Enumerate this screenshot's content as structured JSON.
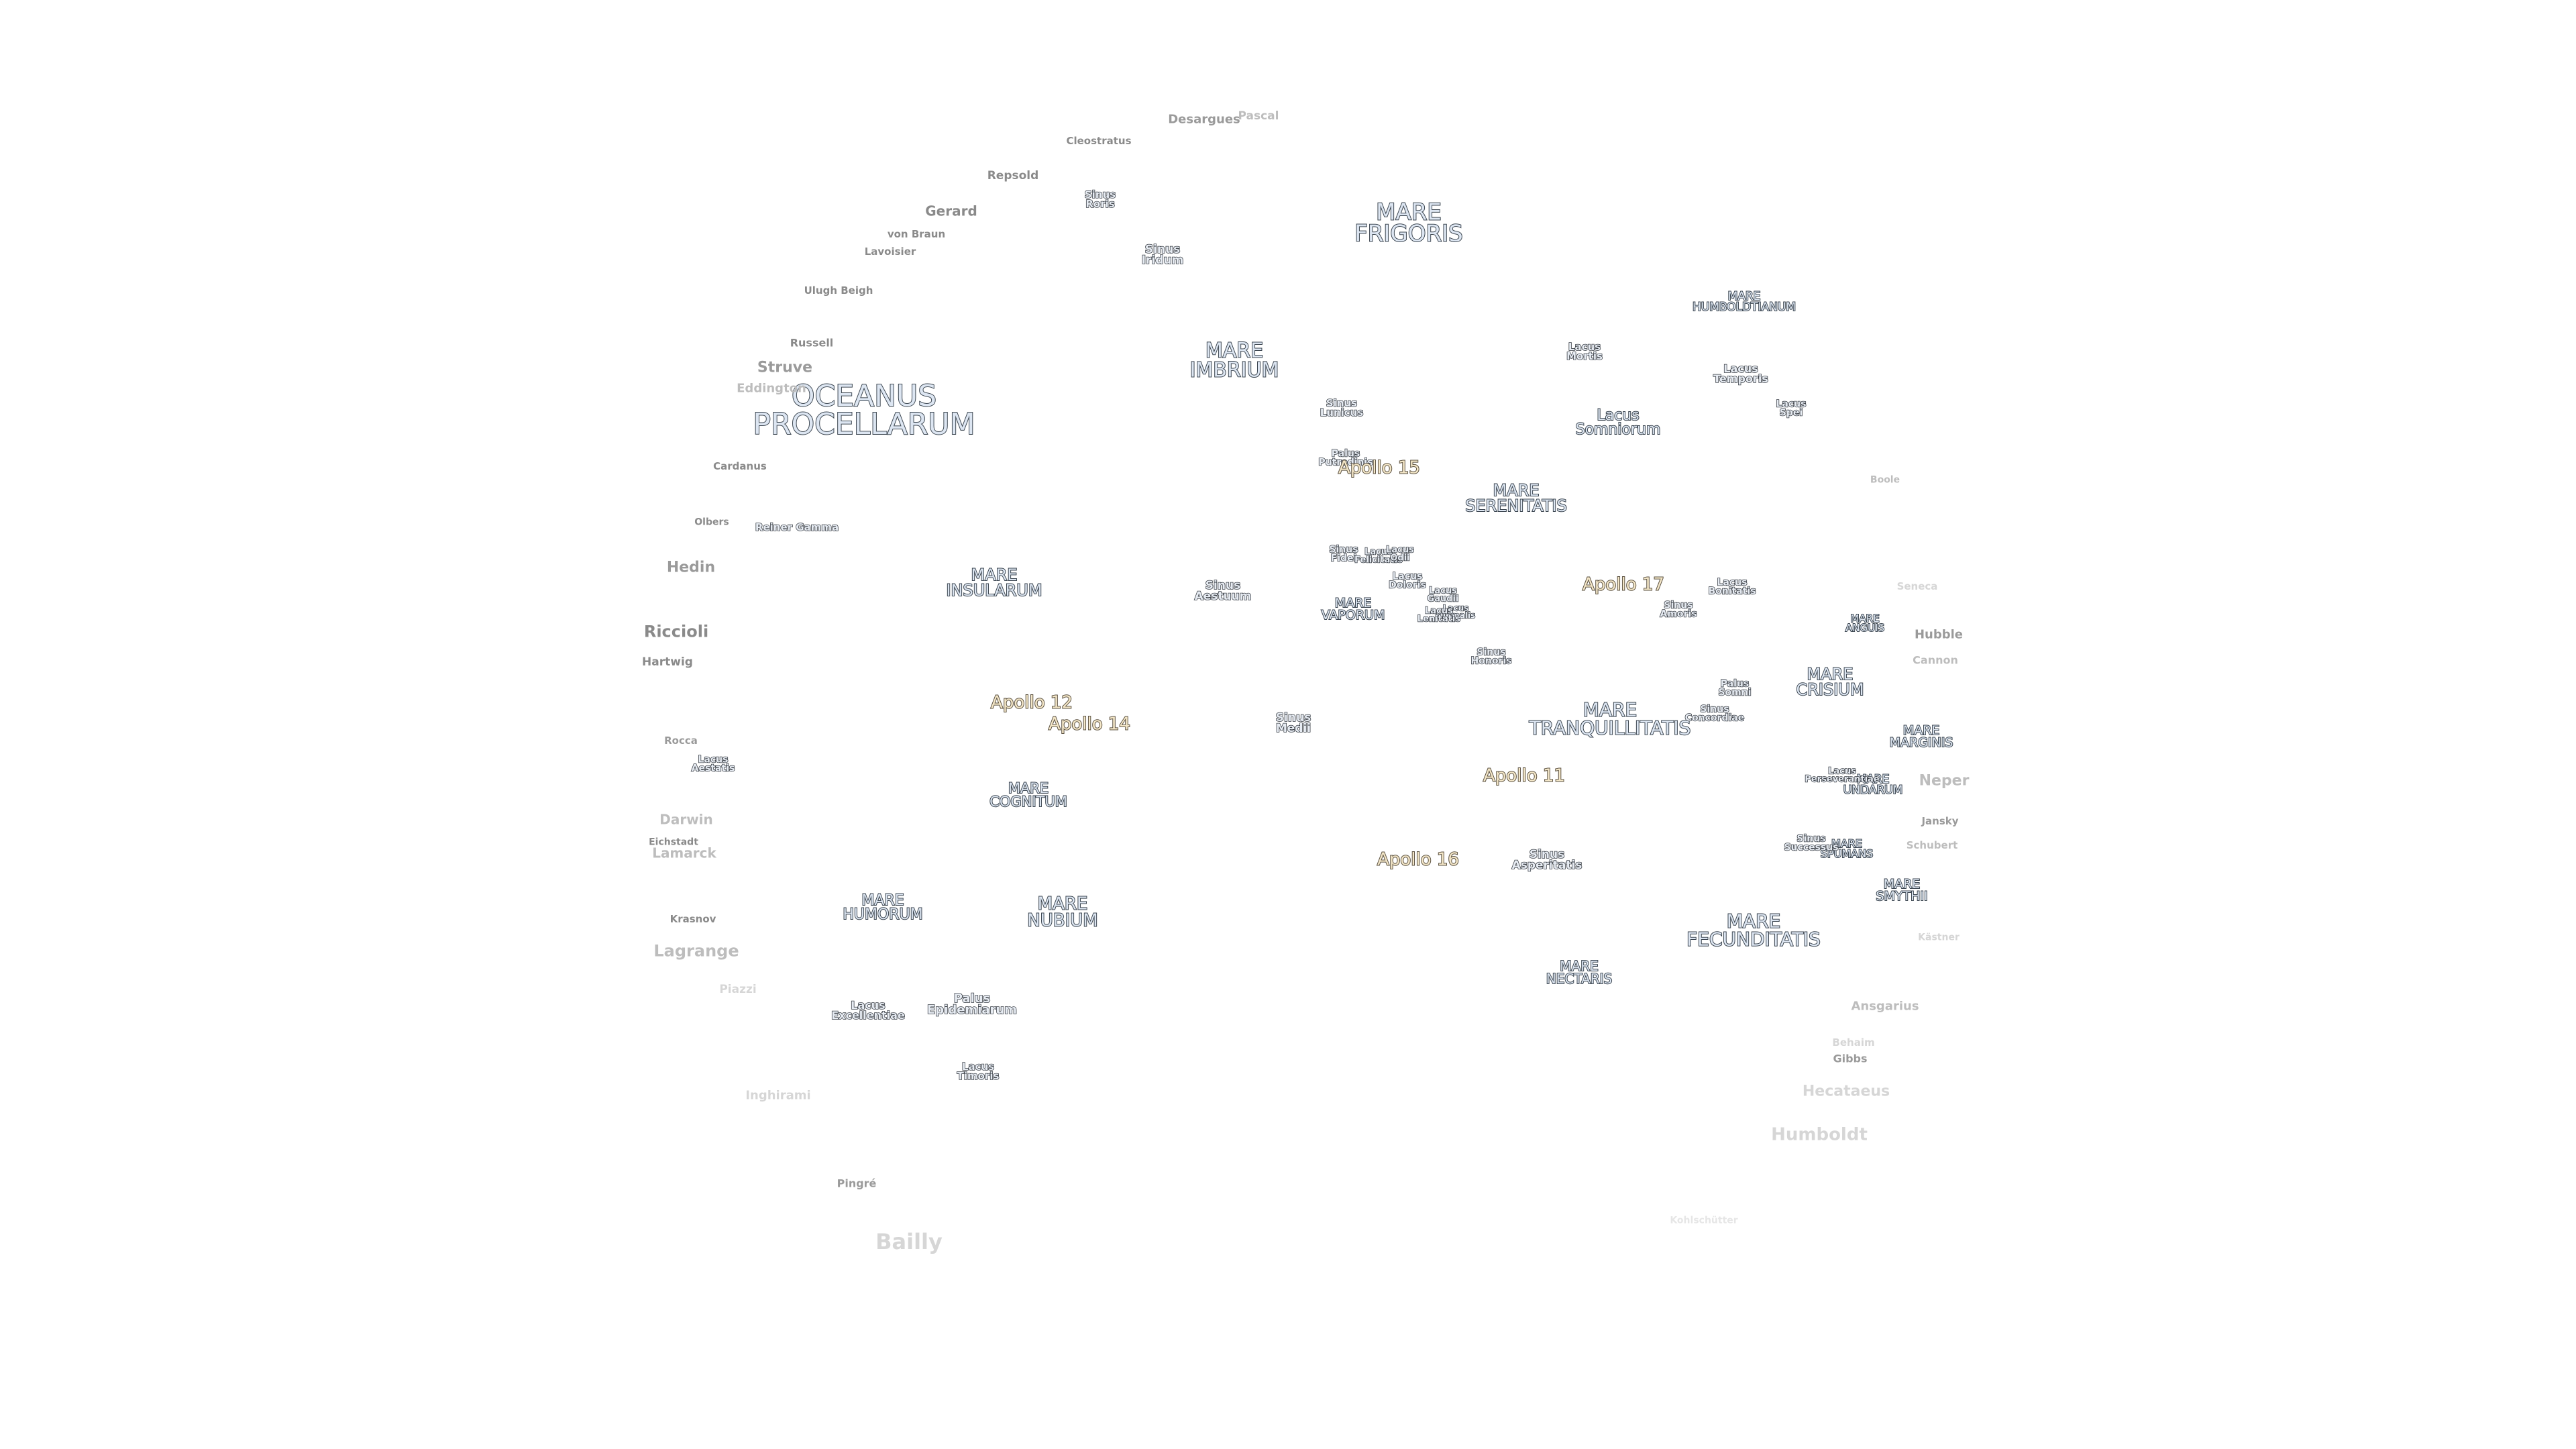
{
  "map": {
    "title": "",
    "maria": [
      {
        "id": "oceanus-procellarum",
        "name": "OCEANUS\nPROCELLARUM"
      },
      {
        "id": "mare-frigoris",
        "name": "MARE\nFRIGORIS"
      },
      {
        "id": "mare-imbrium",
        "name": "MARE\nIMBRIUM"
      },
      {
        "id": "mare-serenitatis",
        "name": "MARE\nSERENITATIS"
      },
      {
        "id": "mare-insularum",
        "name": "MARE\nINSULARUM"
      },
      {
        "id": "mare-tranquillitatis",
        "name": "MARE\nTRANQUILLITATIS"
      },
      {
        "id": "mare-crisium",
        "name": "MARE\nCRISIUM"
      },
      {
        "id": "mare-fecunditatis",
        "name": "MARE\nFECUNDITATIS"
      },
      {
        "id": "mare-nubium",
        "name": "MARE\nNUBIUM"
      },
      {
        "id": "mare-humorum",
        "name": "MARE\nHUMORUM"
      },
      {
        "id": "mare-cognitum",
        "name": "MARE\nCOGNITUM"
      },
      {
        "id": "mare-nectaris",
        "name": "MARE\nNECTARIS"
      },
      {
        "id": "mare-vaporum",
        "name": "MARE\nVAPORUM"
      },
      {
        "id": "mare-humboldtianum",
        "name": "MARE\nHUMBOLDTIANUM"
      },
      {
        "id": "mare-marginis",
        "name": "MARE\nMARGINIS"
      },
      {
        "id": "mare-smythii",
        "name": "MARE\nSMYTHII"
      },
      {
        "id": "mare-undarum",
        "name": "MARE\nUNDARUM"
      },
      {
        "id": "mare-spumans",
        "name": "MARE\nSPUMANS"
      },
      {
        "id": "mare-anguis",
        "name": "MARE\nANGUIS"
      }
    ],
    "features": [
      {
        "id": "lacus-somniorum",
        "name": "Lacus\nSomniorum"
      },
      {
        "id": "lacus-mortis",
        "name": "Lacus\nMortis"
      },
      {
        "id": "lacus-temporis",
        "name": "Lacus\nTemporis"
      },
      {
        "id": "lacus-spei",
        "name": "Lacus\nSpei"
      },
      {
        "id": "sinus-iridum",
        "name": "Sinus\nIridum"
      },
      {
        "id": "sinus-roris",
        "name": "Sinus\nRoris"
      },
      {
        "id": "sinus-lunicus",
        "name": "Sinus\nLunicus"
      },
      {
        "id": "palus-putredinis",
        "name": "Palus\nPutredinis"
      },
      {
        "id": "sinus-aestuum",
        "name": "Sinus\nAestuum"
      },
      {
        "id": "sinus-fidei",
        "name": "Sinus\nFidei"
      },
      {
        "id": "lacus-felicitatis",
        "name": "Lacus\nFelicitatis"
      },
      {
        "id": "lacus-odii",
        "name": "Lacus\nOdii"
      },
      {
        "id": "lacus-doloris",
        "name": "Lacus\nDoloris"
      },
      {
        "id": "lacus-gaudii",
        "name": "Lacus\nGaudii"
      },
      {
        "id": "lacus-hiemalis",
        "name": "Lacus\nHiemalis"
      },
      {
        "id": "lacus-lenitatis",
        "name": "Lacus\nLenitatis"
      },
      {
        "id": "sinus-honoris",
        "name": "Sinus\nHonoris"
      },
      {
        "id": "sinus-amoris",
        "name": "Sinus\nAmoris"
      },
      {
        "id": "lacus-bonitatis",
        "name": "Lacus\nBonitatis"
      },
      {
        "id": "palus-somni",
        "name": "Palus\nSomni"
      },
      {
        "id": "sinus-concordiae",
        "name": "Sinus\nConcordiae"
      },
      {
        "id": "sinus-medii",
        "name": "Sinus\nMedii"
      },
      {
        "id": "lacus-perseverantiae",
        "name": "Lacus\nPerseverantiae"
      },
      {
        "id": "sinus-successus",
        "name": "Sinus\nSuccessus"
      },
      {
        "id": "sinus-asperitatis",
        "name": "Sinus\nAsperitatis"
      },
      {
        "id": "lacus-aestatis",
        "name": "Lacus\nAestatis"
      },
      {
        "id": "lacus-excellentiae",
        "name": "Lacus\nExcellentiae"
      },
      {
        "id": "palus-epidemiarum",
        "name": "Palus\nEpidemiarum"
      },
      {
        "id": "lacus-timoris",
        "name": "Lacus\nTimoris"
      }
    ],
    "apollo_sites": [
      {
        "id": "apollo-15",
        "name": "Apollo 15"
      },
      {
        "id": "apollo-17",
        "name": "Apollo 17"
      },
      {
        "id": "apollo-12",
        "name": "Apollo 12"
      },
      {
        "id": "apollo-14",
        "name": "Apollo 14"
      },
      {
        "id": "apollo-11",
        "name": "Apollo 11"
      },
      {
        "id": "apollo-16",
        "name": "Apollo 16"
      }
    ],
    "craters": [
      {
        "id": "desargues",
        "name": "Desargues"
      },
      {
        "id": "pascal",
        "name": "Pascal"
      },
      {
        "id": "cleostratus",
        "name": "Cleostratus"
      },
      {
        "id": "repsold",
        "name": "Repsold"
      },
      {
        "id": "gerard",
        "name": "Gerard"
      },
      {
        "id": "von-braun",
        "name": "von Braun"
      },
      {
        "id": "lavoisier",
        "name": "Lavoisier"
      },
      {
        "id": "ulugh-beigh",
        "name": "Ulugh Beigh"
      },
      {
        "id": "russell",
        "name": "Russell"
      },
      {
        "id": "struve",
        "name": "Struve"
      },
      {
        "id": "eddington",
        "name": "Eddington"
      },
      {
        "id": "cardanus",
        "name": "Cardanus"
      },
      {
        "id": "olbers",
        "name": "Olbers"
      },
      {
        "id": "reiner-gamma",
        "name": "Reiner Gamma"
      },
      {
        "id": "hedin",
        "name": "Hedin"
      },
      {
        "id": "riccioli",
        "name": "Riccioli"
      },
      {
        "id": "hartwig",
        "name": "Hartwig"
      },
      {
        "id": "rocca",
        "name": "Rocca"
      },
      {
        "id": "darwin",
        "name": "Darwin"
      },
      {
        "id": "eichstadt",
        "name": "Eichstadt"
      },
      {
        "id": "lamarck",
        "name": "Lamarck"
      },
      {
        "id": "krasnov",
        "name": "Krasnov"
      },
      {
        "id": "lagrange",
        "name": "Lagrange"
      },
      {
        "id": "piazzi",
        "name": "Piazzi"
      },
      {
        "id": "inghirami",
        "name": "Inghirami"
      },
      {
        "id": "pingre",
        "name": "Pingré"
      },
      {
        "id": "bailly",
        "name": "Bailly"
      },
      {
        "id": "boole",
        "name": "Boole"
      },
      {
        "id": "seneca",
        "name": "Seneca"
      },
      {
        "id": "hubble",
        "name": "Hubble"
      },
      {
        "id": "cannon",
        "name": "Cannon"
      },
      {
        "id": "neper",
        "name": "Neper"
      },
      {
        "id": "jansky",
        "name": "Jansky"
      },
      {
        "id": "schubert",
        "name": "Schubert"
      },
      {
        "id": "kastner",
        "name": "Kästner"
      },
      {
        "id": "ansgarius",
        "name": "Ansgarius"
      },
      {
        "id": "behaim",
        "name": "Behaim"
      },
      {
        "id": "gibbs",
        "name": "Gibbs"
      },
      {
        "id": "hecataeus",
        "name": "Hecataeus"
      },
      {
        "id": "humboldt",
        "name": "Humboldt"
      },
      {
        "id": "kohlschutter",
        "name": "Kohlschütter"
      }
    ]
  }
}
